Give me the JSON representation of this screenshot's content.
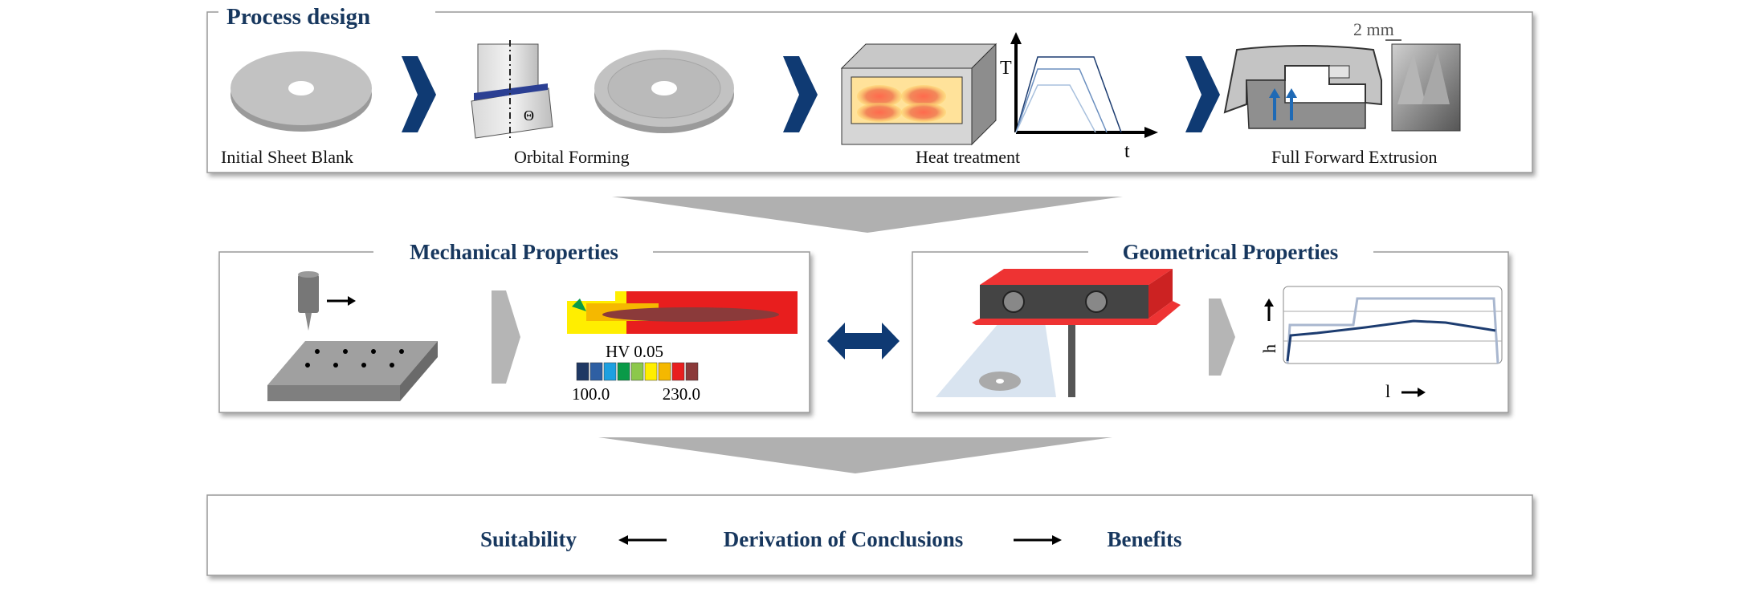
{
  "process_design": {
    "title": "Process design",
    "steps": [
      {
        "label": "Initial Sheet Blank"
      },
      {
        "label": "Orbital Forming",
        "angle_symbol": "Θ"
      },
      {
        "label": "Heat treatment",
        "y_axis": "T",
        "x_axis": "t"
      },
      {
        "label": "Full Forward Extrusion",
        "scale_bar": "2 mm"
      }
    ]
  },
  "mechanical": {
    "title": "Mechanical Properties",
    "colorbar_title": "HV 0.05",
    "colorbar_min": "100.0",
    "colorbar_max": "230.0",
    "colorbar_colors": [
      "#1f3864",
      "#2e5fa3",
      "#1ea0e0",
      "#0a9a48",
      "#8cc84b",
      "#ffee00",
      "#f5b800",
      "#e81e1e",
      "#8b3a3a"
    ]
  },
  "geometrical": {
    "title": "Geometrical Properties",
    "y_axis": "h",
    "x_axis": "l"
  },
  "conclusions": {
    "left": "Suitability",
    "center": "Derivation of Conclusions",
    "right": "Benefits"
  },
  "colors": {
    "accent": "#17375e",
    "chevron": "#0f3a73",
    "gray_arrow": "#b0b0b0"
  }
}
